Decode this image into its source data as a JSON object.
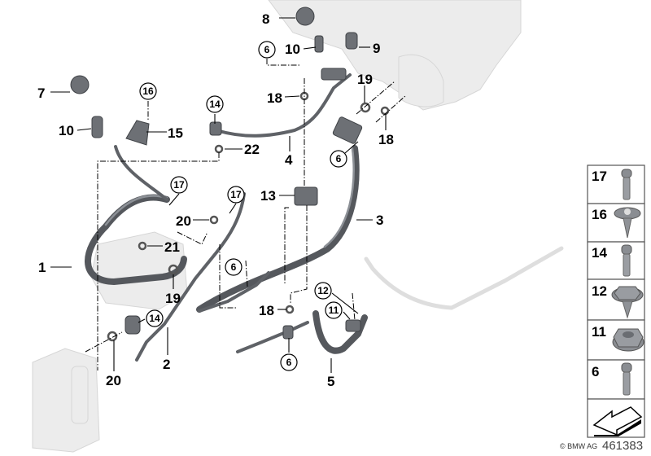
{
  "diagram": {
    "callouts": [
      "8",
      "10",
      "9",
      "7",
      "10",
      "15",
      "19",
      "18",
      "22",
      "4",
      "18",
      "13",
      "3",
      "1",
      "21",
      "20",
      "19",
      "18",
      "2",
      "20",
      "5"
    ],
    "circled": [
      "6",
      "16",
      "14",
      "6",
      "17",
      "17",
      "6",
      "12",
      "11",
      "14",
      "6"
    ]
  },
  "parts_panel": {
    "items": [
      "17",
      "16",
      "14",
      "12",
      "11",
      "6"
    ],
    "icons": [
      "torx-bolt-icon",
      "washer-screw-icon",
      "torx-bolt-icon",
      "hex-collar-screw-icon",
      "flange-nut-icon",
      "torx-bolt-icon",
      "arrow-icon"
    ]
  },
  "footer": {
    "copyright": "© BMW AG",
    "diagram_number": "461383"
  }
}
